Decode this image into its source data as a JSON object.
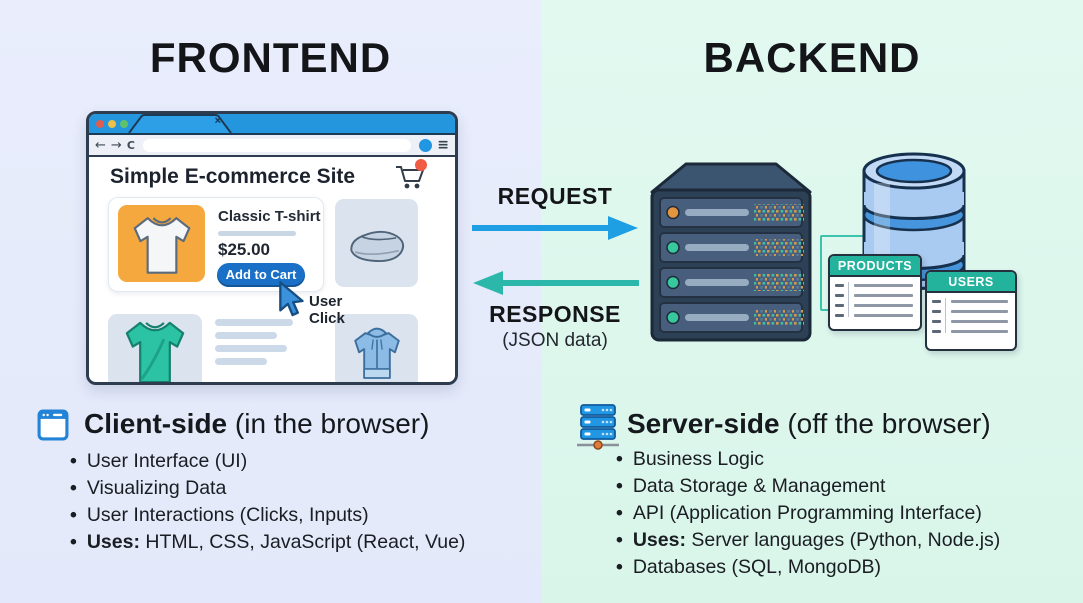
{
  "frontend": {
    "title": "FRONTEND",
    "browser": {
      "site_title": "Simple E-commerce Site",
      "product_name": "Classic T-shirt",
      "product_price": "$25.00",
      "add_to_cart": "Add to Cart",
      "cursor_line1": "User",
      "cursor_line2": "Click"
    },
    "section": {
      "heading_bold": "Client-side",
      "heading_rest": " (in the browser)",
      "bullets": [
        {
          "bold": "",
          "text": "User Interface (UI)"
        },
        {
          "bold": "",
          "text": "Visualizing Data"
        },
        {
          "bold": "",
          "text": "User Interactions (Clicks, Inputs)"
        },
        {
          "bold": "Uses:",
          "text": " HTML, CSS, JavaScript (React, Vue)"
        }
      ]
    }
  },
  "flow": {
    "request": "REQUEST",
    "response": "RESPONSE",
    "response_sub": "(JSON data)"
  },
  "backend": {
    "title": "BACKEND",
    "db_tables": {
      "products": "PRODUCTS",
      "users": "USERS"
    },
    "section": {
      "heading_bold": "Server-side",
      "heading_rest": " (off the browser)",
      "bullets": [
        {
          "bold": "",
          "text": "Business Logic"
        },
        {
          "bold": "",
          "text": "Data Storage & Management"
        },
        {
          "bold": "",
          "text": "API (Application Programming Interface)"
        },
        {
          "bold": "Uses:",
          "text": " Server languages (Python, Node.js)"
        },
        {
          "bold": "",
          "text": "Databases (SQL, MongoDB)"
        }
      ]
    }
  },
  "icons": {
    "back": "←",
    "forward": "→",
    "reload": "C",
    "menu": "≡",
    "tab_close": "×",
    "bullet": "•"
  },
  "colors": {
    "frontend_bg": "#e7ebfb",
    "backend_bg": "#ddf6ec",
    "browser_chrome_blue": "#2496dd",
    "add_to_cart_blue": "#1a6fc7",
    "request_arrow_blue": "#1e9fe3",
    "response_arrow_teal": "#2bb8ab",
    "table_header_teal": "#23b29c",
    "product_tile_orange": "#f5a83d",
    "server_rack_navy": "#2c4156",
    "database_blue": "#a9cbf1",
    "cart_badge_red": "#f15b43",
    "heading_text": "#141519"
  }
}
